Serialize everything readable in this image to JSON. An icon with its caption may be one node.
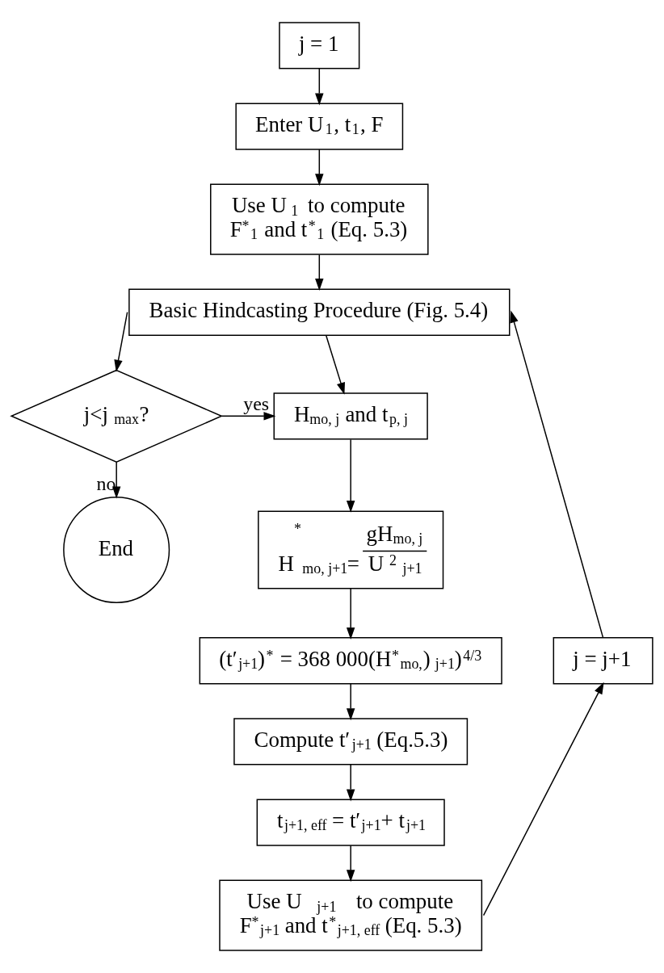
{
  "diagram": {
    "nodes": [
      {
        "text": [
          "j = 1"
        ]
      },
      {
        "text": [
          "Enter U$_{1}$, t$_{1}$, F"
        ]
      },
      {
        "text": [
          "Use U$_{1}$ to compute F$^{*}$$_{1}$ and t$^{*}$$_{1}$ (Eq. 5.3)"
        ]
      },
      {
        "text": [
          "Basic Hindcasting Procedure (Fig. 5.4)"
        ]
      },
      {
        "text": [
          "j<j$_{ max}$?"
        ]
      },
      {
        "text": [
          "H$_{mo, j}$ and t$_{p, j}$"
        ]
      },
      {
        "text": [
          "End"
        ]
      },
      {
        "text": [
          "H$^{*}$$_{mo, j+1}$=",
          "gH$_{mo, j}$",
          "U$^{2}$$_{j+1}$"
        ]
      },
      {
        "text": [
          "(t′$_{j+1}$)$^{*}$ = 368 000(H$^{*}$$_{mo,}$)$_{ j+1}$)$^{4/3}$"
        ]
      },
      {
        "text": [
          "Compute t′$_{j+1}$ (Eq.5.3)"
        ]
      },
      {
        "text": [
          "t$_{j+1, eff}$ = t′$_{j+1}$+ t$_{j+1}$"
        ]
      },
      {
        "text": [
          "Use U$_{j+1}$ to compute F$^{*}$$_{j+1}$ and t$^{*}$$_{j+1, eff}$ (Eq. 5.3)"
        ]
      },
      {
        "text": [
          "j = j+1"
        ]
      }
    ],
    "edges": [
      {
        "from": 0,
        "to": 1,
        "arrow": "to"
      },
      {
        "from": 1,
        "to": 2,
        "arrow": "to"
      },
      {
        "from": 2,
        "to": 3,
        "arrow": "to"
      },
      {
        "from": 3,
        "to": 4,
        "arrow": "to"
      },
      {
        "from": 3,
        "to": 5,
        "arrow": "to"
      },
      {
        "from": 4,
        "to": 5,
        "arrow": "to",
        "label": "yes"
      },
      {
        "from": 4,
        "to": 6,
        "arrow": "to",
        "label": "no"
      },
      {
        "from": 5,
        "to": 7,
        "arrow": "to"
      },
      {
        "from": 7,
        "to": 8,
        "arrow": "to"
      },
      {
        "from": 8,
        "to": 9,
        "arrow": "to"
      },
      {
        "from": 9,
        "to": 10,
        "arrow": "to"
      },
      {
        "from": 10,
        "to": 11,
        "arrow": "to"
      },
      {
        "from": 11,
        "to": 12,
        "arrow": "to"
      },
      {
        "from": 12,
        "to": 3,
        "arrow": "to"
      }
    ]
  }
}
